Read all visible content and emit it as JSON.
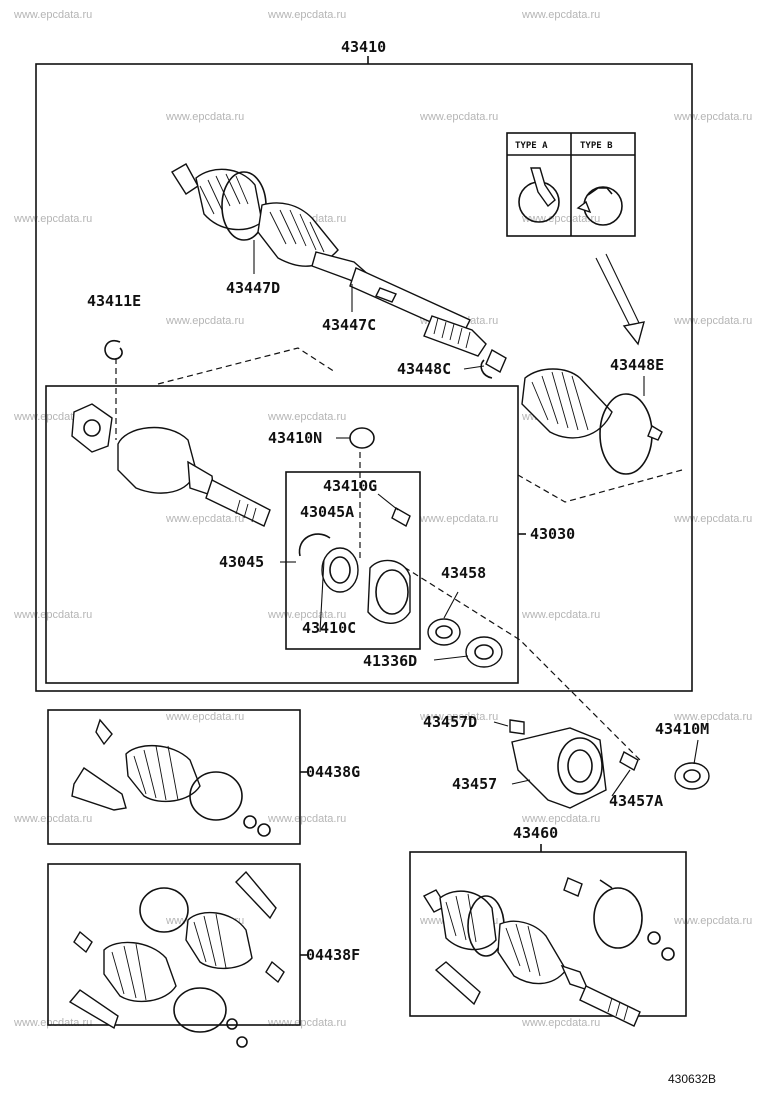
{
  "watermark": "www.epcdata.ru",
  "drawing_code": "430632B",
  "type_labels": {
    "a": "TYPE A",
    "b": "TYPE B"
  },
  "labels": {
    "p43410": "43410",
    "p43447D": "43447D",
    "p43447C": "43447C",
    "p43411E": "43411E",
    "p43448C": "43448C",
    "p43448E": "43448E",
    "p43410N": "43410N",
    "p43410G": "43410G",
    "p43045A": "43045A",
    "p43030": "43030",
    "p43045": "43045",
    "p43458": "43458",
    "p43410C": "43410C",
    "p41336D": "41336D",
    "p43457D": "43457D",
    "p43410M": "43410M",
    "p04438G": "04438G",
    "p43457": "43457",
    "p43457A": "43457A",
    "p43460": "43460",
    "p04438F": "04438F"
  }
}
